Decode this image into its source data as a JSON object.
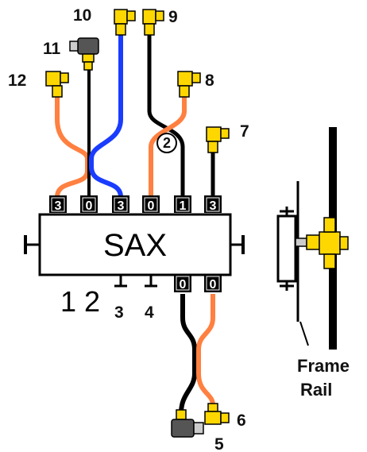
{
  "valve": {
    "label": "SAX",
    "bottom_label": "1 2"
  },
  "top_ports": [
    "3",
    "0",
    "3",
    "0",
    "1",
    "3"
  ],
  "bottom_ports": [
    "0",
    "0"
  ],
  "plugged_ports": [
    "3",
    "4"
  ],
  "fittings": [
    "5",
    "6",
    "7",
    "8",
    "9",
    "10",
    "11",
    "12"
  ],
  "crossover_marker": "2",
  "side_labels": {
    "frame": "Frame",
    "rail": "Rail"
  },
  "colors": {
    "orange": "#ff8040",
    "blue": "#1a3cff",
    "black": "#000000",
    "yellow": "#ffd700",
    "fitting_gray": "#555555"
  }
}
